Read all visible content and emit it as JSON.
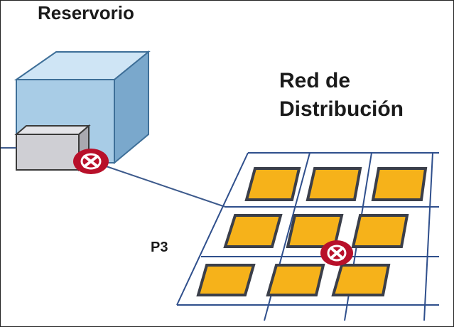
{
  "labels": {
    "reservoir": "Reservorio",
    "network_line1": "Red de",
    "network_line2": "Distribución",
    "point": "P3"
  },
  "colors": {
    "reservoir_front": "#a8cce6",
    "reservoir_top": "#cfe5f5",
    "reservoir_side": "#7aa8cc",
    "reservoir_edge": "#3e6f98",
    "pump_body": "#cfcfd4",
    "pump_edge": "#3a3a3a",
    "pipe": "#3d5a8c",
    "grid_line": "#2f4f8c",
    "block_fill": "#f6b21a",
    "block_edge": "#3b3f4a",
    "valve_fill": "#b8102a",
    "valve_ring": "#ffffff"
  },
  "icons": {
    "valve": "valve-cross-icon"
  }
}
